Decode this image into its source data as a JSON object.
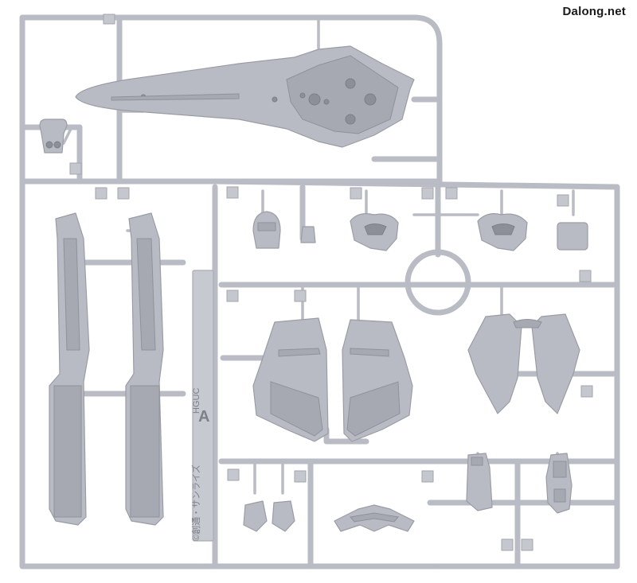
{
  "watermark": "Dalong.net",
  "plate": {
    "letter": "A",
    "copyright": "©創通・サンライズ",
    "model": "HGUC"
  },
  "colors": {
    "plastic": "#b8bbc3",
    "runner": "#b9bcc4",
    "background": "#ffffff"
  }
}
